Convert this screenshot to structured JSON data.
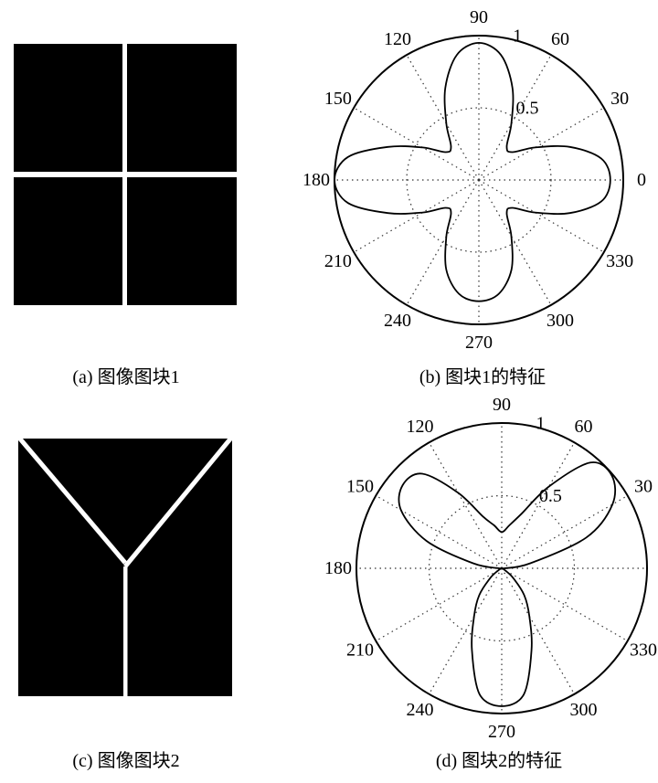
{
  "figure": {
    "captions": {
      "a": "(a) 图像图块1",
      "b": "(b) 图块1的特征",
      "c": "(c) 图像图块2",
      "d": "(d) 图块2的特征"
    }
  },
  "colors": {
    "ink": "#000000",
    "background": "#ffffff"
  },
  "chart_data": [
    {
      "id": "b",
      "type": "polar-line",
      "title": "(b) 图块1的特征",
      "theta_ticks": [
        "0",
        "30",
        "60",
        "90",
        "120",
        "150",
        "180",
        "210",
        "240",
        "270",
        "300",
        "330"
      ],
      "r_ticks": [
        "0.5",
        "1"
      ],
      "rlim": [
        0,
        1
      ],
      "grid": true,
      "theta_deg": [
        0,
        10,
        20,
        30,
        40,
        50,
        60,
        70,
        80,
        90,
        100,
        110,
        120,
        130,
        140,
        150,
        160,
        170,
        180,
        190,
        200,
        210,
        220,
        230,
        240,
        250,
        260,
        270,
        280,
        290,
        300,
        310,
        320,
        330,
        340,
        350
      ],
      "r": [
        0.91,
        0.86,
        0.67,
        0.45,
        0.3,
        0.3,
        0.45,
        0.68,
        0.88,
        0.95,
        0.88,
        0.68,
        0.45,
        0.3,
        0.3,
        0.45,
        0.67,
        0.92,
        1.0,
        0.92,
        0.67,
        0.45,
        0.3,
        0.3,
        0.45,
        0.66,
        0.8,
        0.84,
        0.8,
        0.66,
        0.45,
        0.3,
        0.3,
        0.45,
        0.67,
        0.86
      ]
    },
    {
      "id": "d",
      "type": "polar-line",
      "title": "(d) 图块2的特征",
      "theta_ticks": [
        "0",
        "30",
        "60",
        "90",
        "120",
        "150",
        "180",
        "210",
        "240",
        "270",
        "300",
        "330"
      ],
      "r_ticks": [
        "0.5",
        "1"
      ],
      "rlim": [
        0,
        1
      ],
      "grid": true,
      "theta_deg": [
        0,
        10,
        20,
        30,
        40,
        50,
        60,
        70,
        80,
        90,
        100,
        110,
        120,
        130,
        140,
        150,
        160,
        170,
        180,
        190,
        200,
        210,
        220,
        230,
        240,
        250,
        260,
        270,
        280,
        290,
        300,
        310,
        320,
        330,
        340,
        350
      ],
      "r": [
        0.02,
        0.2,
        0.62,
        0.88,
        0.99,
        0.95,
        0.65,
        0.4,
        0.3,
        0.25,
        0.3,
        0.38,
        0.6,
        0.85,
        0.89,
        0.8,
        0.55,
        0.2,
        0.02,
        0,
        0,
        0.02,
        0.1,
        0.24,
        0.38,
        0.6,
        0.88,
        0.95,
        0.88,
        0.6,
        0.38,
        0.24,
        0.1,
        0.02,
        0,
        0
      ]
    }
  ]
}
